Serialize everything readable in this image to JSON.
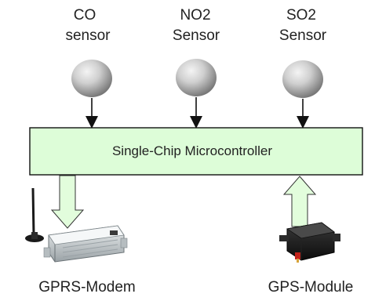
{
  "sensors": [
    {
      "line1": "CO",
      "line2": "sensor"
    },
    {
      "line1": "NO2",
      "line2": "Sensor"
    },
    {
      "line1": "SO2",
      "line2": "Sensor"
    }
  ],
  "microcontroller": {
    "label": "Single-Chip Microcontroller"
  },
  "modules": {
    "gprs": {
      "label": "GPRS-Modem"
    },
    "gps": {
      "label": "GPS-Module"
    }
  },
  "colors": {
    "box_fill": "#ddfdd8",
    "arrow_fill": "#e2fddc",
    "sensor_light": "#f2f2f2",
    "sensor_dark": "#7a7a7a",
    "stroke": "#111111"
  }
}
